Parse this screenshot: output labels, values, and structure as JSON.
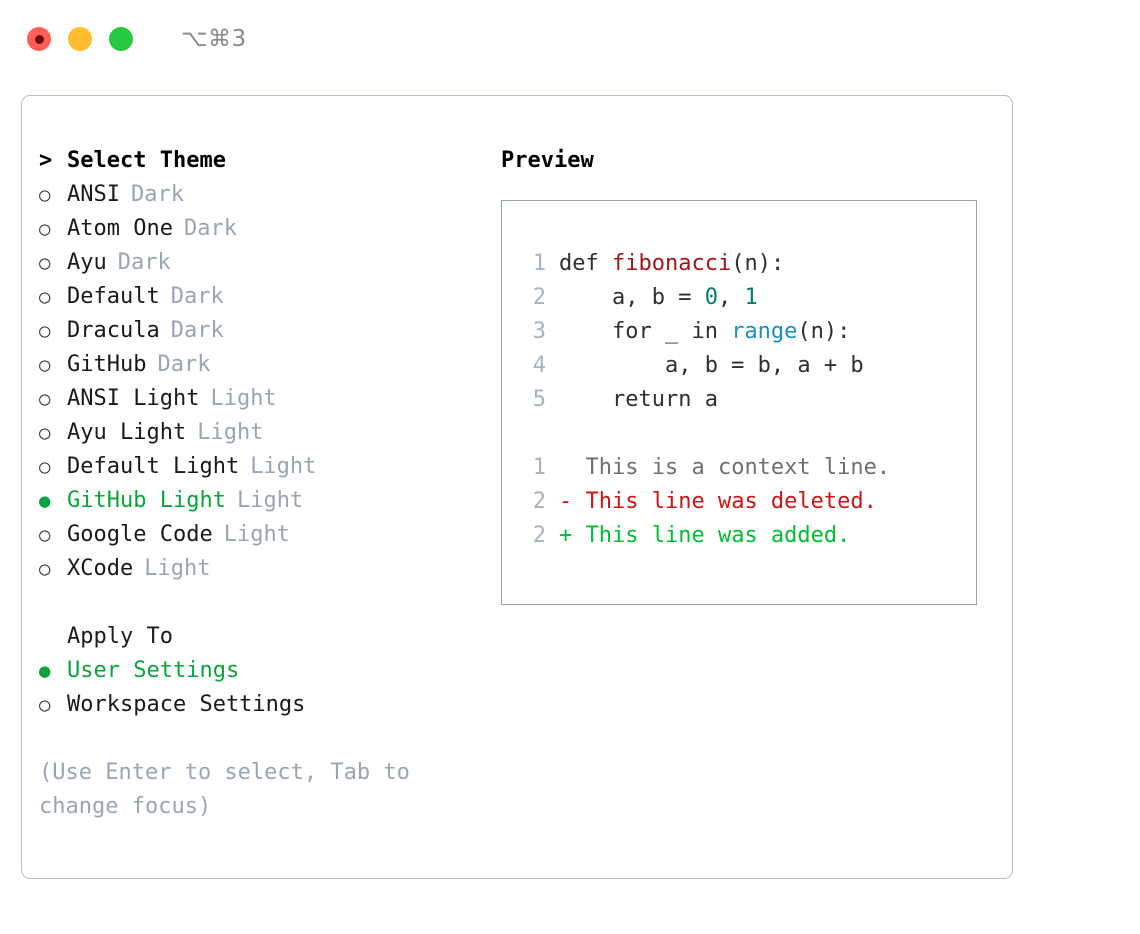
{
  "window": {
    "shortcut": "⌥⌘3",
    "traffic_lights": [
      "close",
      "minimize",
      "maximize"
    ]
  },
  "theme_section": {
    "heading": "Select Theme",
    "heading_marker": ">",
    "items": [
      {
        "name": "ANSI",
        "tag": "Dark",
        "selected": false,
        "bullet": "○"
      },
      {
        "name": "Atom One",
        "tag": "Dark",
        "selected": false,
        "bullet": "○"
      },
      {
        "name": "Ayu",
        "tag": "Dark",
        "selected": false,
        "bullet": "○"
      },
      {
        "name": "Default",
        "tag": "Dark",
        "selected": false,
        "bullet": "○"
      },
      {
        "name": "Dracula",
        "tag": "Dark",
        "selected": false,
        "bullet": "○"
      },
      {
        "name": "GitHub",
        "tag": "Dark",
        "selected": false,
        "bullet": "○"
      },
      {
        "name": "ANSI Light",
        "tag": "Light",
        "selected": false,
        "bullet": "○"
      },
      {
        "name": "Ayu Light",
        "tag": "Light",
        "selected": false,
        "bullet": "○"
      },
      {
        "name": "Default Light",
        "tag": "Light",
        "selected": false,
        "bullet": "○"
      },
      {
        "name": "GitHub Light",
        "tag": "Light",
        "selected": true,
        "bullet": "●"
      },
      {
        "name": "Google Code",
        "tag": "Light",
        "selected": false,
        "bullet": "○"
      },
      {
        "name": "XCode",
        "tag": "Light",
        "selected": false,
        "bullet": "○"
      }
    ]
  },
  "apply_section": {
    "heading": "Apply To",
    "items": [
      {
        "name": "User Settings",
        "selected": true,
        "bullet": "●"
      },
      {
        "name": "Workspace Settings",
        "selected": false,
        "bullet": "○"
      }
    ]
  },
  "hint": "(Use Enter to select, Tab to change focus)",
  "preview": {
    "heading": "Preview",
    "code_lines": [
      {
        "no": "1",
        "parts": [
          {
            "t": "def ",
            "cls": "code-text"
          },
          {
            "t": "fibonacci",
            "cls": "tok-fn"
          },
          {
            "t": "(n):",
            "cls": "code-text"
          }
        ]
      },
      {
        "no": "2",
        "parts": [
          {
            "t": "    a, b = ",
            "cls": "code-text"
          },
          {
            "t": "0",
            "cls": "tok-num"
          },
          {
            "t": ", ",
            "cls": "code-text"
          },
          {
            "t": "1",
            "cls": "tok-num"
          }
        ]
      },
      {
        "no": "3",
        "parts": [
          {
            "t": "    for _ in ",
            "cls": "code-text"
          },
          {
            "t": "range",
            "cls": "tok-builtin"
          },
          {
            "t": "(n):",
            "cls": "code-text"
          }
        ]
      },
      {
        "no": "4",
        "parts": [
          {
            "t": "        a, b = b, a + b",
            "cls": "code-text"
          }
        ]
      },
      {
        "no": "5",
        "parts": [
          {
            "t": "    return a",
            "cls": "code-text"
          }
        ]
      }
    ],
    "diff_lines": [
      {
        "no": "1",
        "sign": " ",
        "text": "This is a context line.",
        "kind": "ctx"
      },
      {
        "no": "2",
        "sign": "-",
        "text": "This line was deleted.",
        "kind": "del"
      },
      {
        "no": "2",
        "sign": "+",
        "text": "This line was added.",
        "kind": "add"
      }
    ]
  },
  "colors": {
    "accent_green": "#0aa43c",
    "tag_gray": "#9aa5b1",
    "diff_delete": "#cc1414",
    "diff_add": "#00bf31",
    "function_red": "#a31515",
    "number_teal": "#0a7a6e",
    "builtin_blue": "#1a8fbf",
    "panel_border": "#b5c0cb",
    "preview_border": "#97a4b2"
  }
}
